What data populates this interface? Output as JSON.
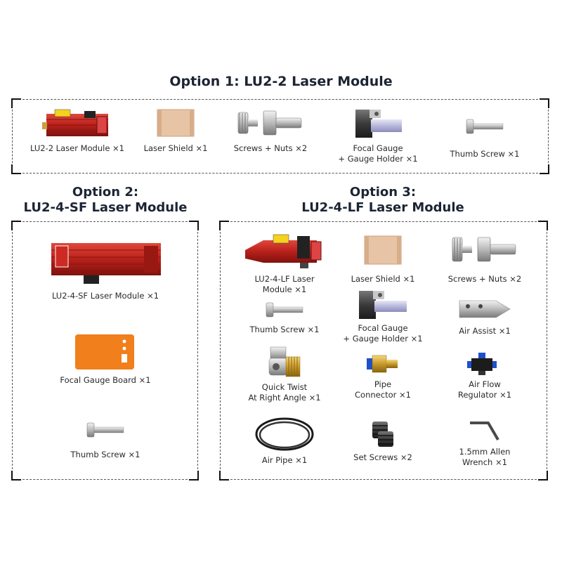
{
  "option1": {
    "title": "Option 1: LU2-2 Laser Module",
    "items": [
      {
        "label": "LU2-2 Laser Module ×1",
        "icon": "laser-module-icon"
      },
      {
        "label": "Laser Shield ×1",
        "icon": "laser-shield-icon"
      },
      {
        "label": "Screws + Nuts ×2",
        "icon": "screw-nut-icon"
      },
      {
        "label": "Focal Gauge\n+ Gauge Holder ×1",
        "icon": "focal-gauge-icon"
      },
      {
        "label": "Thumb Screw ×1",
        "icon": "thumb-screw-icon"
      }
    ]
  },
  "option2": {
    "title_line1": "Option 2:",
    "title_line2": "LU2-4-SF Laser Module",
    "items": [
      {
        "label": "LU2-4-SF Laser Module ×1",
        "icon": "laser-module-sf-icon"
      },
      {
        "label": "Focal Gauge Board ×1",
        "icon": "focal-gauge-board-icon"
      },
      {
        "label": "Thumb Screw ×1",
        "icon": "thumb-screw-icon"
      }
    ]
  },
  "option3": {
    "title_line1": "Option 3:",
    "title_line2": "LU2-4-LF Laser Module",
    "items": [
      {
        "label": "LU2-4-LF Laser\nModule ×1",
        "icon": "laser-module-lf-icon"
      },
      {
        "label": "Laser Shield ×1",
        "icon": "laser-shield-icon"
      },
      {
        "label": "Screws + Nuts ×2",
        "icon": "screw-nut-icon"
      },
      {
        "label": "Thumb Screw ×1",
        "icon": "thumb-screw-icon"
      },
      {
        "label": "Focal Gauge\n+ Gauge Holder ×1",
        "icon": "focal-gauge-icon"
      },
      {
        "label": "Air Assist ×1",
        "icon": "air-assist-icon"
      },
      {
        "label": "Quick Twist\nAt Right Angle ×1",
        "icon": "quick-twist-icon"
      },
      {
        "label": "Pipe\nConnector ×1",
        "icon": "pipe-connector-icon"
      },
      {
        "label": "Air Flow\nRegulator ×1",
        "icon": "air-flow-regulator-icon"
      },
      {
        "label": "Air Pipe ×1",
        "icon": "air-pipe-icon"
      },
      {
        "label": "Set Screws ×2",
        "icon": "set-screws-icon"
      },
      {
        "label": "1.5mm Allen\nWrench ×1",
        "icon": "allen-wrench-icon"
      }
    ]
  },
  "colors": {
    "title": "#1c2433",
    "module_red": "#c0201c",
    "shield": "#e8c4a6",
    "board_orange": "#f07f1c"
  }
}
